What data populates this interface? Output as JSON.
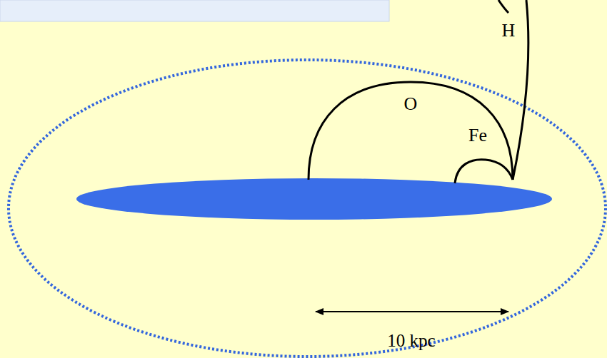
{
  "diagram": {
    "labels": [
      "H",
      "O",
      "Fe",
      "10 kpc"
    ]
  }
}
